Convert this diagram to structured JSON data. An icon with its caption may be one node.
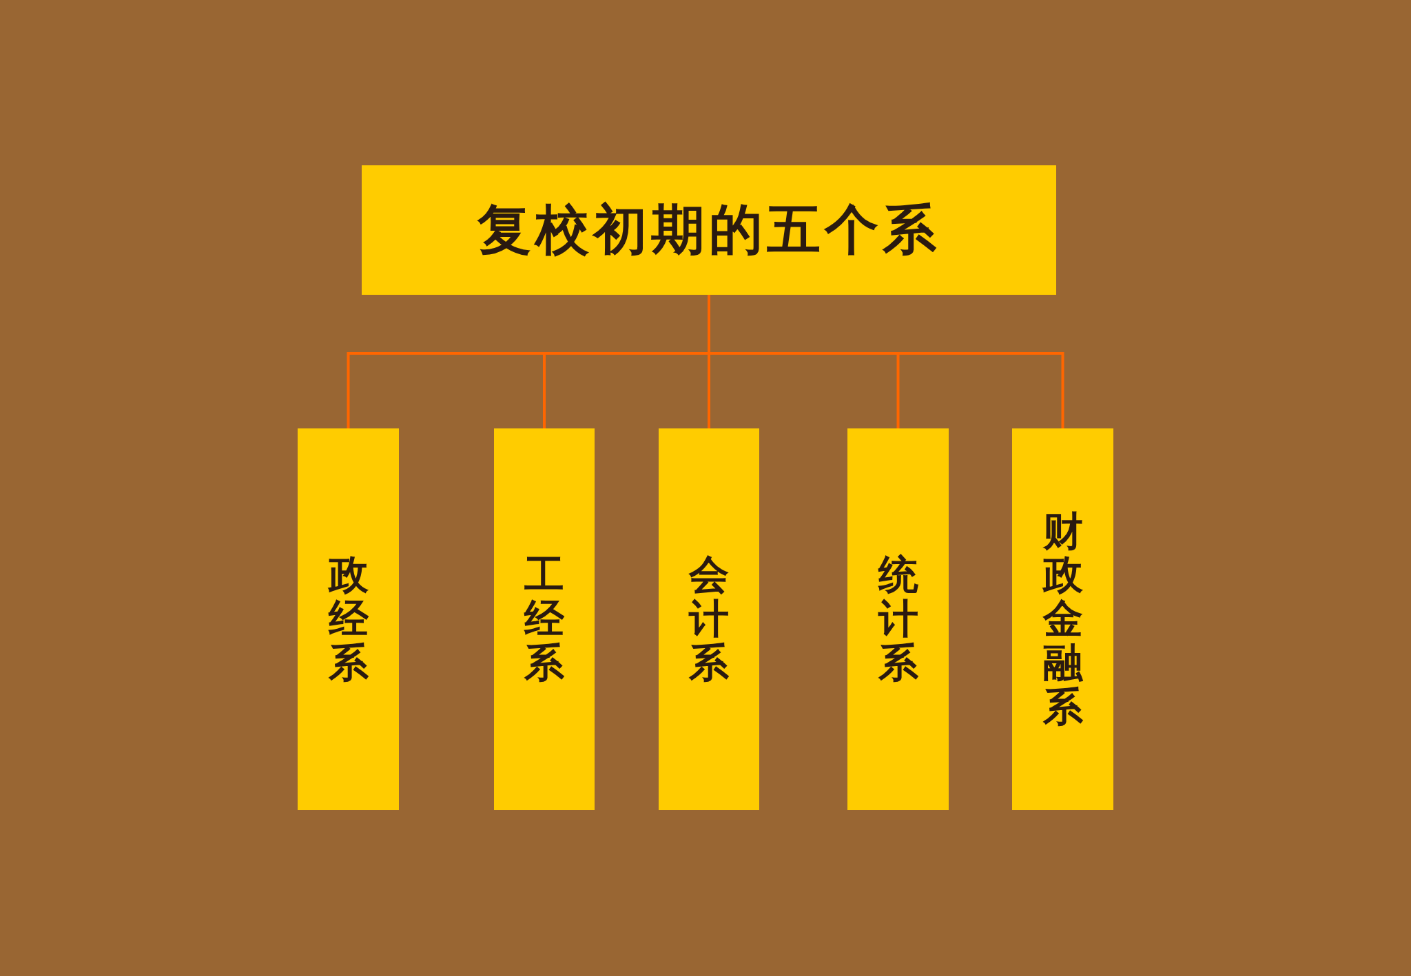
{
  "diagram": {
    "nodes": [
      {
        "text": [
          "复校初期的五个系"
        ]
      },
      {
        "text": [
          "政经系"
        ]
      },
      {
        "text": [
          "工经系"
        ]
      },
      {
        "text": [
          "会计系"
        ]
      },
      {
        "text": [
          "统计系"
        ]
      },
      {
        "text": [
          "财政金融系"
        ]
      }
    ],
    "edges": [
      {
        "from": 0,
        "to": 1,
        "arrow": "none"
      },
      {
        "from": 0,
        "to": 2,
        "arrow": "none"
      },
      {
        "from": 0,
        "to": 3,
        "arrow": "none"
      },
      {
        "from": 0,
        "to": 4,
        "arrow": "none"
      },
      {
        "from": 0,
        "to": 5,
        "arrow": "none"
      }
    ]
  }
}
